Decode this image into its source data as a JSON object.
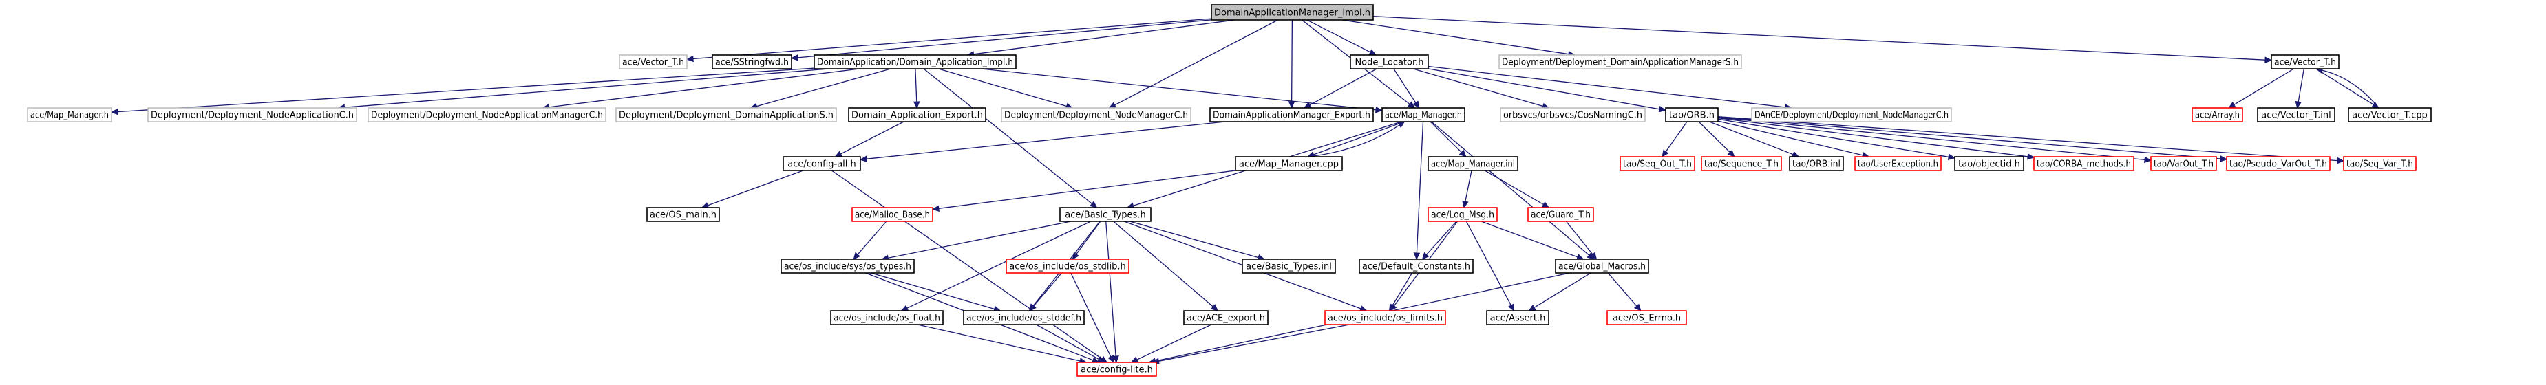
{
  "graph": {
    "title": "DomainApplicationManager_Impl.h",
    "colors": {
      "edge": "#191970",
      "root_fill": "#bfbfbf",
      "documented_border": "#000000",
      "undocumented_border": "#ff0000",
      "external_border": "#bfbfbf"
    },
    "nodes": [
      {
        "id": "root",
        "label": "DomainApplicationManager_Impl.h",
        "kind": "root"
      },
      {
        "id": "vector_t_h",
        "label": "ace/Vector_T.h",
        "kind": "external"
      },
      {
        "id": "sstringfwd",
        "label": "ace/SStringfwd.h",
        "kind": "documented"
      },
      {
        "id": "da_impl",
        "label": "DomainApplication/Domain_Application_Impl.h",
        "kind": "documented"
      },
      {
        "id": "node_locator",
        "label": "Node_Locator.h",
        "kind": "documented"
      },
      {
        "id": "dams",
        "label": "Deployment/Deployment_DomainApplicationManagerS.h",
        "kind": "external"
      },
      {
        "id": "vector_t_h2",
        "label": "ace/Vector_T.h",
        "kind": "documented"
      },
      {
        "id": "map_manager_ext",
        "label": "ace/Map_Manager.h",
        "kind": "external"
      },
      {
        "id": "node_app_c",
        "label": "Deployment/Deployment_NodeApplicationC.h",
        "kind": "external"
      },
      {
        "id": "nam_c",
        "label": "Deployment/Deployment_NodeApplicationManagerC.h",
        "kind": "external"
      },
      {
        "id": "da_s",
        "label": "Deployment/Deployment_DomainApplicationS.h",
        "kind": "external"
      },
      {
        "id": "da_export",
        "label": "Domain_Application_Export.h",
        "kind": "documented"
      },
      {
        "id": "nm_c",
        "label": "Deployment/Deployment_NodeManagerC.h",
        "kind": "external"
      },
      {
        "id": "dam_export",
        "label": "DomainApplicationManager_Export.h",
        "kind": "documented"
      },
      {
        "id": "map_manager",
        "label": "ace/Map_Manager.h",
        "kind": "documented"
      },
      {
        "id": "cos_naming",
        "label": "orbsvcs/orbsvcs/CosNamingC.h",
        "kind": "external"
      },
      {
        "id": "orb_h",
        "label": "tao/ORB.h",
        "kind": "documented"
      },
      {
        "id": "dance_nm",
        "label": "DAnCE/Deployment/Deployment_NodeManagerC.h",
        "kind": "external"
      },
      {
        "id": "array_h",
        "label": "ace/Array.h",
        "kind": "undocumented"
      },
      {
        "id": "vector_inl",
        "label": "ace/Vector_T.inl",
        "kind": "documented"
      },
      {
        "id": "vector_cpp",
        "label": "ace/Vector_T.cpp",
        "kind": "documented"
      },
      {
        "id": "config_all",
        "label": "ace/config-all.h",
        "kind": "documented"
      },
      {
        "id": "map_manager_cpp",
        "label": "ace/Map_Manager.cpp",
        "kind": "documented"
      },
      {
        "id": "map_manager_inl",
        "label": "ace/Map_Manager.inl",
        "kind": "documented"
      },
      {
        "id": "seq_out",
        "label": "tao/Seq_Out_T.h",
        "kind": "undocumented"
      },
      {
        "id": "sequence_t",
        "label": "tao/Sequence_T.h",
        "kind": "undocumented"
      },
      {
        "id": "orb_inl",
        "label": "tao/ORB.inl",
        "kind": "documented"
      },
      {
        "id": "user_exc",
        "label": "tao/UserException.h",
        "kind": "undocumented"
      },
      {
        "id": "objectid",
        "label": "tao/objectid.h",
        "kind": "documented"
      },
      {
        "id": "corba_methods",
        "label": "tao/CORBA_methods.h",
        "kind": "undocumented"
      },
      {
        "id": "varout",
        "label": "tao/VarOut_T.h",
        "kind": "undocumented"
      },
      {
        "id": "pseudo_varout",
        "label": "tao/Pseudo_VarOut_T.h",
        "kind": "undocumented"
      },
      {
        "id": "seq_var",
        "label": "tao/Seq_Var_T.h",
        "kind": "undocumented"
      },
      {
        "id": "os_main",
        "label": "ace/OS_main.h",
        "kind": "documented"
      },
      {
        "id": "malloc_base",
        "label": "ace/Malloc_Base.h",
        "kind": "undocumented"
      },
      {
        "id": "basic_types",
        "label": "ace/Basic_Types.h",
        "kind": "documented"
      },
      {
        "id": "log_msg",
        "label": "ace/Log_Msg.h",
        "kind": "undocumented"
      },
      {
        "id": "guard_t",
        "label": "ace/Guard_T.h",
        "kind": "undocumented"
      },
      {
        "id": "sys_types",
        "label": "ace/os_include/sys/os_types.h",
        "kind": "documented"
      },
      {
        "id": "os_stdlib",
        "label": "ace/os_include/os_stdlib.h",
        "kind": "undocumented"
      },
      {
        "id": "basic_types_inl",
        "label": "ace/Basic_Types.inl",
        "kind": "documented"
      },
      {
        "id": "default_constants",
        "label": "ace/Default_Constants.h",
        "kind": "documented"
      },
      {
        "id": "global_macros",
        "label": "ace/Global_Macros.h",
        "kind": "documented"
      },
      {
        "id": "os_float",
        "label": "ace/os_include/os_float.h",
        "kind": "documented"
      },
      {
        "id": "os_stddef",
        "label": "ace/os_include/os_stddef.h",
        "kind": "documented"
      },
      {
        "id": "ace_export",
        "label": "ace/ACE_export.h",
        "kind": "documented"
      },
      {
        "id": "os_limits",
        "label": "ace/os_include/os_limits.h",
        "kind": "undocumented"
      },
      {
        "id": "assert_h",
        "label": "ace/Assert.h",
        "kind": "documented"
      },
      {
        "id": "os_errno",
        "label": "ace/OS_Errno.h",
        "kind": "undocumented"
      },
      {
        "id": "config_lite",
        "label": "ace/config-lite.h",
        "kind": "undocumented"
      }
    ],
    "edges": [
      [
        "root",
        "vector_t_h"
      ],
      [
        "root",
        "sstringfwd"
      ],
      [
        "root",
        "da_impl"
      ],
      [
        "root",
        "nm_c"
      ],
      [
        "root",
        "dam_export"
      ],
      [
        "root",
        "map_manager"
      ],
      [
        "root",
        "node_locator"
      ],
      [
        "root",
        "dams"
      ],
      [
        "root",
        "vector_t_h2"
      ],
      [
        "da_impl",
        "map_manager_ext"
      ],
      [
        "da_impl",
        "node_app_c"
      ],
      [
        "da_impl",
        "nam_c"
      ],
      [
        "da_impl",
        "da_s"
      ],
      [
        "da_impl",
        "da_export"
      ],
      [
        "da_impl",
        "nm_c"
      ],
      [
        "da_impl",
        "map_manager"
      ],
      [
        "da_impl",
        "basic_types"
      ],
      [
        "node_locator",
        "dam_export"
      ],
      [
        "node_locator",
        "map_manager"
      ],
      [
        "node_locator",
        "cos_naming"
      ],
      [
        "node_locator",
        "orb_h"
      ],
      [
        "node_locator",
        "dance_nm"
      ],
      [
        "vector_t_h2",
        "array_h"
      ],
      [
        "vector_t_h2",
        "vector_inl"
      ],
      [
        "vector_t_h2",
        "vector_cpp"
      ],
      [
        "vector_cpp",
        "vector_t_h2"
      ],
      [
        "da_export",
        "config_all"
      ],
      [
        "dam_export",
        "config_all"
      ],
      [
        "map_manager",
        "map_manager_cpp"
      ],
      [
        "map_manager_cpp",
        "map_manager"
      ],
      [
        "map_manager",
        "map_manager_inl"
      ],
      [
        "map_manager",
        "basic_types"
      ],
      [
        "map_manager",
        "default_constants"
      ],
      [
        "map_manager",
        "global_macros"
      ],
      [
        "orb_h",
        "seq_out"
      ],
      [
        "orb_h",
        "sequence_t"
      ],
      [
        "orb_h",
        "orb_inl"
      ],
      [
        "orb_h",
        "user_exc"
      ],
      [
        "orb_h",
        "objectid"
      ],
      [
        "orb_h",
        "corba_methods"
      ],
      [
        "orb_h",
        "varout"
      ],
      [
        "orb_h",
        "pseudo_varout"
      ],
      [
        "orb_h",
        "seq_var"
      ],
      [
        "config_all",
        "os_main"
      ],
      [
        "config_all",
        "config_lite"
      ],
      [
        "map_manager_cpp",
        "malloc_base"
      ],
      [
        "map_manager_inl",
        "log_msg"
      ],
      [
        "map_manager_inl",
        "guard_t"
      ],
      [
        "malloc_base",
        "sys_types"
      ],
      [
        "basic_types",
        "sys_types"
      ],
      [
        "basic_types",
        "os_stdlib"
      ],
      [
        "basic_types",
        "basic_types_inl"
      ],
      [
        "basic_types",
        "os_float"
      ],
      [
        "basic_types",
        "os_stddef"
      ],
      [
        "basic_types",
        "ace_export"
      ],
      [
        "basic_types",
        "os_limits"
      ],
      [
        "basic_types",
        "config_lite"
      ],
      [
        "log_msg",
        "default_constants"
      ],
      [
        "log_msg",
        "global_macros"
      ],
      [
        "log_msg",
        "os_limits"
      ],
      [
        "log_msg",
        "assert_h"
      ],
      [
        "guard_t",
        "global_macros"
      ],
      [
        "default_constants",
        "os_limits"
      ],
      [
        "global_macros",
        "assert_h"
      ],
      [
        "global_macros",
        "os_errno"
      ],
      [
        "global_macros",
        "config_lite"
      ],
      [
        "sys_types",
        "os_stddef"
      ],
      [
        "sys_types",
        "config_lite"
      ],
      [
        "os_stdlib",
        "os_stddef"
      ],
      [
        "os_stdlib",
        "config_lite"
      ],
      [
        "os_float",
        "config_lite"
      ],
      [
        "os_stddef",
        "config_lite"
      ],
      [
        "ace_export",
        "config_lite"
      ],
      [
        "os_limits",
        "config_lite"
      ]
    ]
  }
}
